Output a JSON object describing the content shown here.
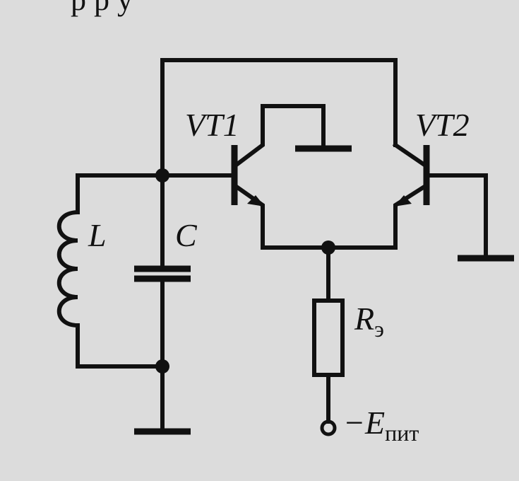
{
  "header": {
    "cropped_text": "р р      у"
  },
  "components": {
    "vt1": {
      "label": "VT1"
    },
    "vt2": {
      "label": "VT2"
    },
    "inductor": {
      "label": "L"
    },
    "capacitor": {
      "label": "C"
    },
    "emitter_resistor": {
      "label": "R",
      "subscript": "э"
    },
    "supply": {
      "label": "−E",
      "subscript": "пит"
    }
  }
}
